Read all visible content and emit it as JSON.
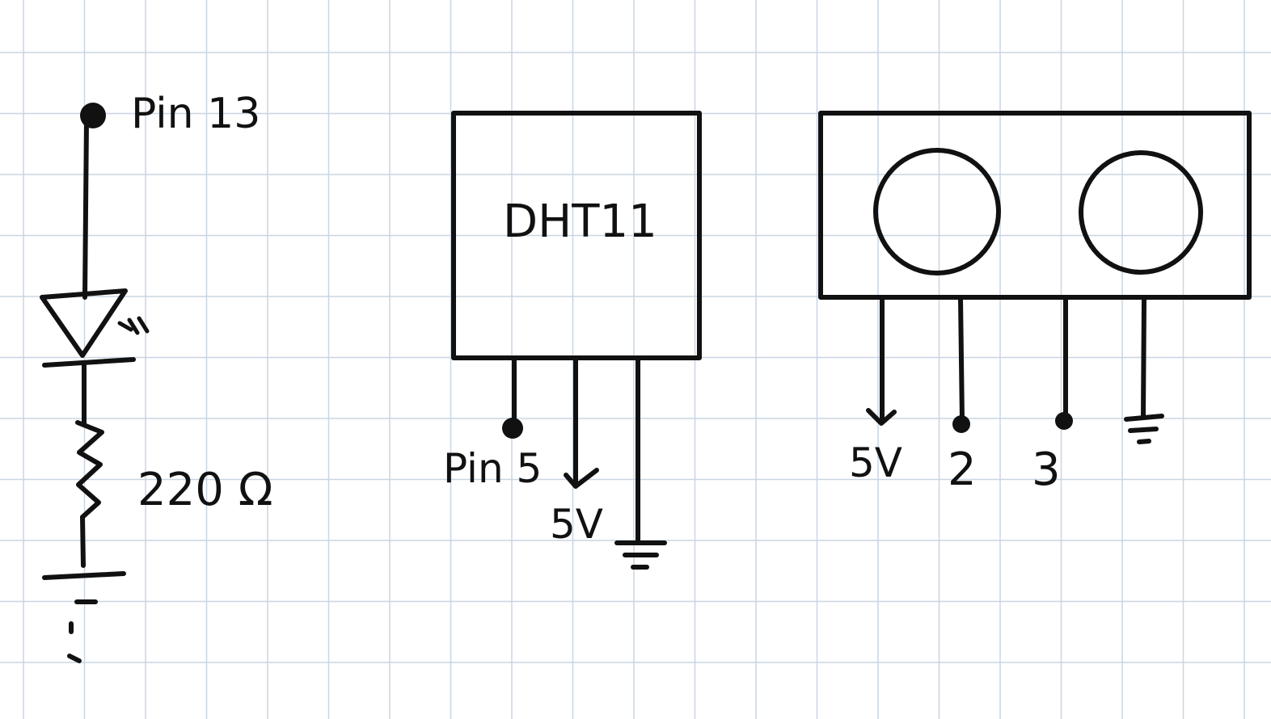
{
  "colors": {
    "grid": "#c9d5e3",
    "ink": "#111111",
    "background": "#ffffff"
  },
  "labels": {
    "pin13": "Pin 13",
    "resistor": "220 Ω",
    "dht_title": "DHT11",
    "dht_data_pin": "Pin 5",
    "dht_vcc": "5V",
    "sonar_vcc": "5V",
    "sonar_pin_trig": "2",
    "sonar_pin_echo": "3"
  },
  "icons": {
    "led": "led-icon",
    "resistor": "resistor-icon",
    "ground": "ground-icon",
    "supply": "arrow-down-icon",
    "sensor_eye": "circle-icon"
  }
}
